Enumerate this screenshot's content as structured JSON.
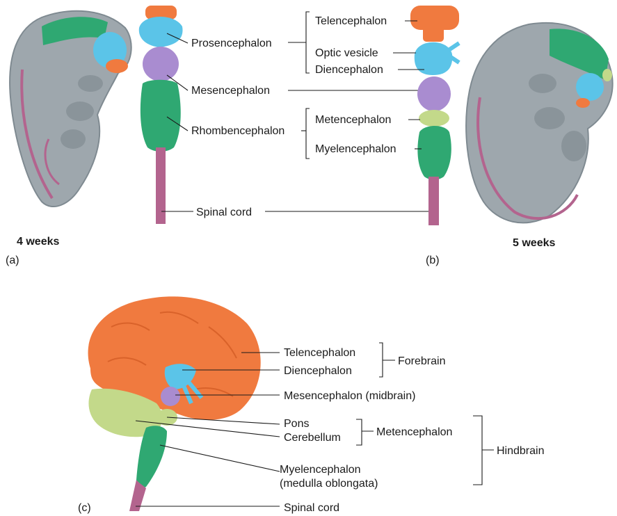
{
  "panel_a": {
    "panel_label": "(a)",
    "age": "4 weeks",
    "labels": {
      "prosencephalon": "Prosencephalon",
      "mesencephalon": "Mesencephalon",
      "rhombencephalon": "Rhombencephalon",
      "spinal_cord": "Spinal cord"
    }
  },
  "panel_b": {
    "panel_label": "(b)",
    "age": "5 weeks",
    "labels": {
      "telencephalon": "Telencephalon",
      "optic_vesicle": "Optic vesicle",
      "diencephalon": "Diencephalon",
      "metencephalon": "Metencephalon",
      "myelencephalon": "Myelencephalon"
    }
  },
  "panel_c": {
    "panel_label": "(c)",
    "labels": {
      "telencephalon": "Telencephalon",
      "diencephalon": "Diencephalon",
      "forebrain": "Forebrain",
      "mesencephalon": "Mesencephalon (midbrain)",
      "pons": "Pons",
      "cerebellum": "Cerebellum",
      "metencephalon": "Metencephalon",
      "hindbrain": "Hindbrain",
      "myelencephalon_line1": "Myelencephalon",
      "myelencephalon_line2": "(medulla oblongata)",
      "spinal_cord": "Spinal cord"
    }
  },
  "colors": {
    "telencephalon": "#f07a3f",
    "diencephalon": "#5bc4e8",
    "mesencephalon": "#a98cd0",
    "metencephalon": "#c3d98a",
    "myelencephalon": "#2fa872",
    "spinal_cord": "#b3648e",
    "embryo": "#9ea7ad"
  }
}
